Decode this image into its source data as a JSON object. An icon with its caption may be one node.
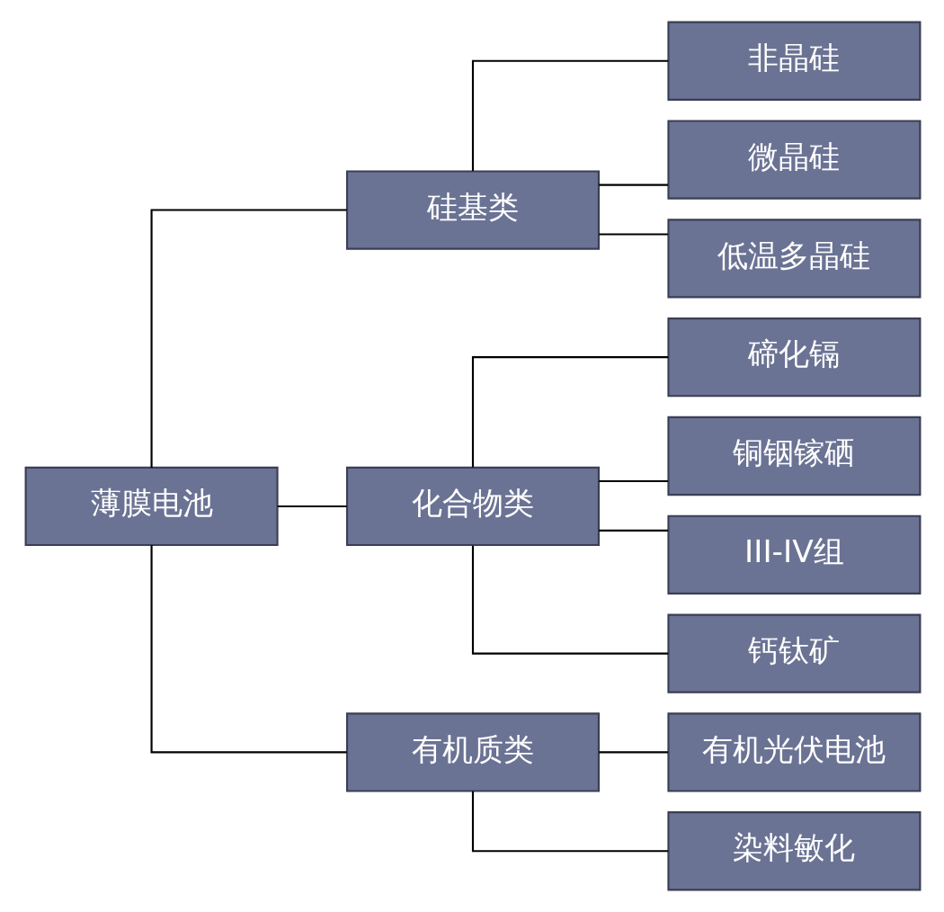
{
  "diagram": {
    "nodes": [
      {
        "text": [
          "薄膜电池"
        ]
      },
      {
        "text": [
          "硅基类"
        ]
      },
      {
        "text": [
          "化合物类"
        ]
      },
      {
        "text": [
          "有机质类"
        ]
      },
      {
        "text": [
          "非晶硅"
        ]
      },
      {
        "text": [
          "微晶硅"
        ]
      },
      {
        "text": [
          "低温多晶硅"
        ]
      },
      {
        "text": [
          "碲化镉"
        ]
      },
      {
        "text": [
          "铜铟镓硒"
        ]
      },
      {
        "text": [
          "III-IV组"
        ]
      },
      {
        "text": [
          "钙钛矿"
        ]
      },
      {
        "text": [
          "有机光伏电池"
        ]
      },
      {
        "text": [
          "染料敏化"
        ]
      }
    ],
    "edges": [
      {
        "from": 0,
        "to": 1,
        "arrow": "none"
      },
      {
        "from": 0,
        "to": 2,
        "arrow": "none"
      },
      {
        "from": 0,
        "to": 3,
        "arrow": "none"
      },
      {
        "from": 1,
        "to": 4,
        "arrow": "none"
      },
      {
        "from": 1,
        "to": 5,
        "arrow": "none"
      },
      {
        "from": 1,
        "to": 6,
        "arrow": "none"
      },
      {
        "from": 2,
        "to": 7,
        "arrow": "none"
      },
      {
        "from": 2,
        "to": 8,
        "arrow": "none"
      },
      {
        "from": 2,
        "to": 9,
        "arrow": "none"
      },
      {
        "from": 2,
        "to": 10,
        "arrow": "none"
      },
      {
        "from": 3,
        "to": 11,
        "arrow": "none"
      },
      {
        "from": 3,
        "to": 12,
        "arrow": "none"
      }
    ]
  }
}
